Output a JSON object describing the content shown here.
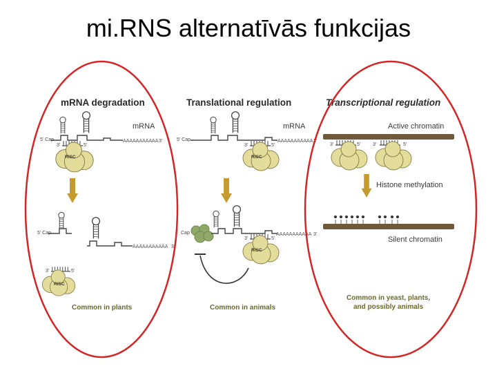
{
  "slide": {
    "title": "mi.RNS alternatīvās funkcijas"
  },
  "panels": {
    "degradation": {
      "title": "mRNA degradation",
      "mrna_label": "mRNA",
      "cap_label": "5' Cap",
      "end5": "5'",
      "end3": "3'",
      "polya": "AAAAAAAAAAA",
      "risc_label": "RISC",
      "footer": "Common in plants"
    },
    "translational": {
      "title": "Translational regulation",
      "mrna_label": "mRNA",
      "cap_label": "5' Cap",
      "cap_short": "Cap",
      "end5": "5'",
      "end3": "3'",
      "polya": "AAAAAAAAAAA",
      "risc_label": "RISC",
      "footer": "Common in animals"
    },
    "transcriptional": {
      "title": "Transcriptional regulation",
      "active_label": "Active chromatin",
      "process_label": "Histone methylation",
      "silent_label": "Silent chromatin",
      "end5": "5'",
      "end3": "3'",
      "footer_line1": "Common in yeast, plants,",
      "footer_line2": "and possibly animals"
    }
  },
  "colors": {
    "highlight_oval": "#d42424",
    "protein": "#e4dc9b",
    "ribosome": "#8fa869",
    "chromatin": "#6e5a3a",
    "arrow": "#c59a2e",
    "footer_text": "#6b6a2a"
  }
}
